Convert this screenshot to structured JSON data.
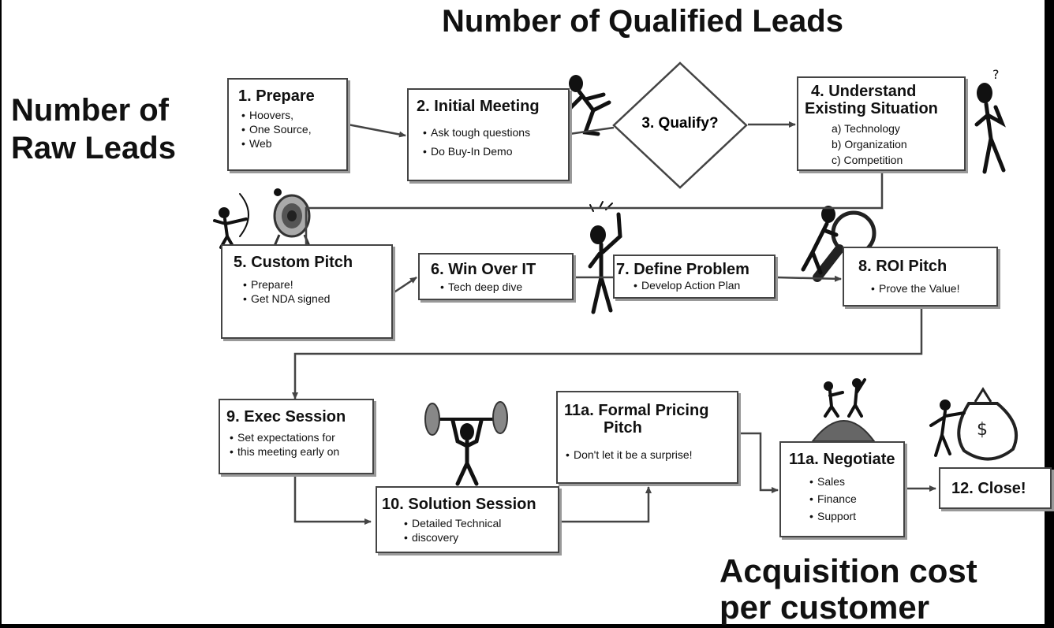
{
  "titles": {
    "qualified_leads": "Number of Qualified Leads",
    "raw_leads_line1": "Number of",
    "raw_leads_line2": "Raw Leads",
    "acquisition_line1": "Acquisition cost",
    "acquisition_line2": "per customer"
  },
  "steps": {
    "prepare": {
      "title": "1. Prepare",
      "bullets": [
        "Hoovers,",
        "One Source,",
        "Web"
      ]
    },
    "initial_meeting": {
      "title": "2. Initial Meeting",
      "bullets": [
        "Ask tough questions",
        "Do Buy-In Demo"
      ]
    },
    "qualify": {
      "title": "3. Qualify?"
    },
    "understand": {
      "title_line1": "4. Understand",
      "title_line2": "Existing Situation",
      "items": [
        "a) Technology",
        "b) Organization",
        "c) Competition"
      ]
    },
    "custom_pitch": {
      "title": "5. Custom Pitch",
      "bullets": [
        "Prepare!",
        "Get NDA signed"
      ]
    },
    "win_over_it": {
      "title": "6. Win Over IT",
      "bullets": [
        "Tech deep dive"
      ]
    },
    "define_problem": {
      "title": "7. Define Problem",
      "bullets": [
        "Develop Action Plan"
      ]
    },
    "roi_pitch": {
      "title": "8. ROI Pitch",
      "bullets": [
        "Prove the Value!"
      ]
    },
    "exec_session": {
      "title": "9. Exec Session",
      "bullets": [
        "Set expectations for",
        "this meeting early on"
      ]
    },
    "solution_session": {
      "title": "10. Solution Session",
      "bullets": [
        "Detailed Technical",
        "discovery"
      ]
    },
    "formal_pricing": {
      "title_line1": "11a. Formal Pricing",
      "title_line2": "Pitch",
      "bullets": [
        "Don't let it be a surprise!"
      ]
    },
    "negotiate": {
      "title": "11a. Negotiate",
      "bullets": [
        "Sales",
        "Finance",
        "Support"
      ]
    },
    "close": {
      "title": "12. Close!"
    }
  },
  "icons": [
    "archer-icon",
    "target-icon",
    "runner-icon",
    "thinker-icon",
    "idea-icon",
    "magnifier-icon",
    "weightlifter-icon",
    "summit-icon",
    "money-bag-icon"
  ],
  "colors": {
    "stroke": "#444444",
    "background": "#ffffff",
    "frame": "#000000"
  }
}
